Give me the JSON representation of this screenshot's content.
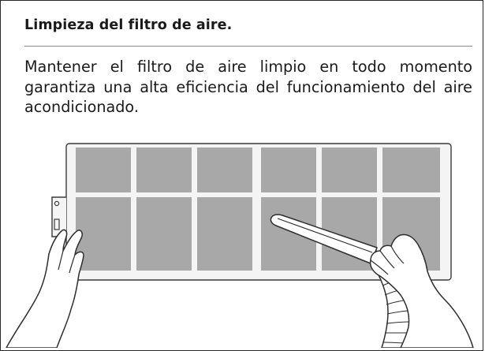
{
  "section": {
    "title": "Limpieza del filtro de aire.",
    "paragraph": "Mantener el filtro de aire limpio en todo momento garantiza una alta eficiencia del funcionamiento del aire acondicionado."
  },
  "illustration": {
    "subject": "hands-cleaning-air-filter",
    "panel_rows": 2,
    "panel_cols": 6,
    "panel_color": "#a8a8a8",
    "frame_color": "#f4f4f4",
    "line_color": "#3a3a3a"
  }
}
